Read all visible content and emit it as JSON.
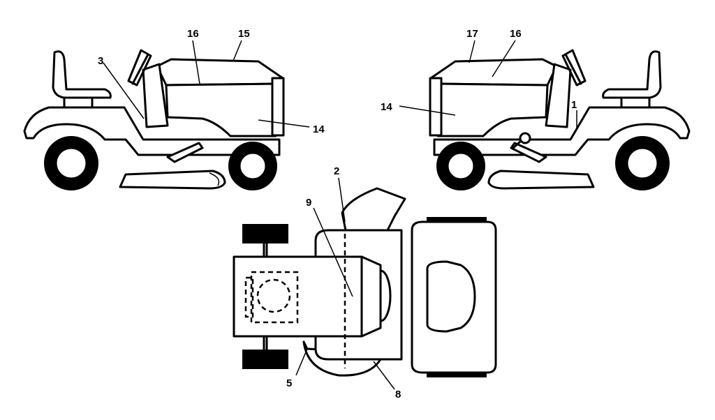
{
  "callouts": {
    "left_view": [
      "16",
      "15",
      "3",
      "14"
    ],
    "right_view": [
      "17",
      "16",
      "14",
      "1"
    ],
    "top_view": [
      "2",
      "9",
      "5",
      "8"
    ]
  }
}
